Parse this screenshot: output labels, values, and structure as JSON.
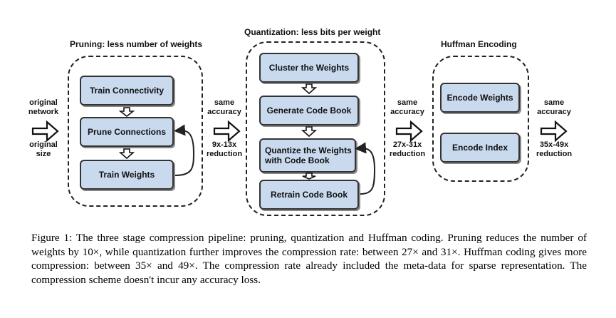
{
  "stages": [
    {
      "title": "Pruning: less number of weights",
      "steps": [
        "Train Connectivity",
        "Prune Connections",
        "Train Weights"
      ]
    },
    {
      "title": "Quantization: less bits per weight",
      "steps": [
        "Cluster the Weights",
        "Generate Code Book",
        "Quantize the Weights\nwith Code Book",
        "Retrain Code Book"
      ]
    },
    {
      "title": "Huffman Encoding",
      "steps": [
        "Encode Weights",
        "Encode Index"
      ]
    }
  ],
  "labels": {
    "input_top": "original\nnetwork",
    "input_bottom": "original\nsize",
    "after_pruning_top": "same\naccuracy",
    "after_pruning_bottom": "9x-13x\nreduction",
    "after_quantization_top": "same\naccuracy",
    "after_quantization_bottom": "27x-31x\nreduction",
    "after_huffman_top": "same\naccuracy",
    "after_huffman_bottom": "35x-49x\nreduction"
  },
  "caption": "Figure 1: The three stage compression pipeline: pruning, quantization and Huffman coding. Pruning reduces the number of weights by 10×, while quantization further improves the compression rate: between 27× and 31×. Huffman coding gives more compression: between 35× and 49×. The compression rate already included the meta-data for sparse representation. The compression scheme doesn't incur any accuracy loss.",
  "colors": {
    "box_fill": "#c9d9ee",
    "border": "#333333"
  }
}
